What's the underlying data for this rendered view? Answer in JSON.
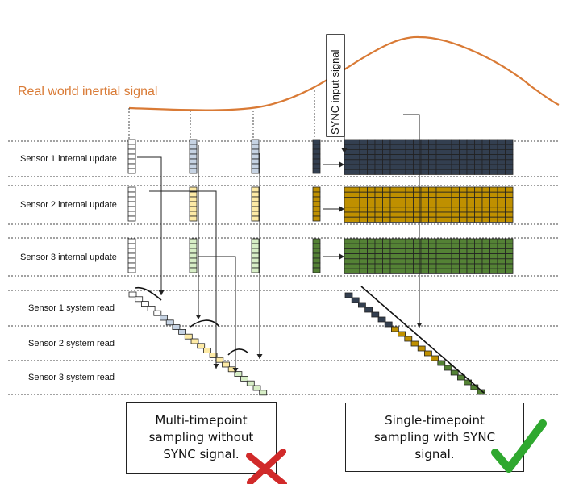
{
  "signal_label": "Real world inertial signal",
  "sync_label": "SYNC input signal",
  "row_labels": [
    "Sensor 1 internal update",
    "Sensor 2 internal update",
    "Sensor 3 internal update",
    "Sensor 1 system read",
    "Sensor 2 system read",
    "Sensor 3 system read"
  ],
  "caption_left": "Multi-timepoint sampling without SYNC signal.",
  "caption_right": "Single-timepoint sampling with SYNC signal.",
  "result_left_icon": "cross-icon",
  "result_right_icon": "check-icon",
  "colors": {
    "signal": "#d97a35",
    "sensor1_light": "#c6d3e3",
    "sensor2_light": "#fdeaa5",
    "sensor3_light": "#d7eec6",
    "sensor1_dark": "#333f50",
    "sensor2_dark": "#bf9000",
    "sensor3_dark": "#548235",
    "cross": "#d12a2a",
    "check": "#2fa82f"
  }
}
